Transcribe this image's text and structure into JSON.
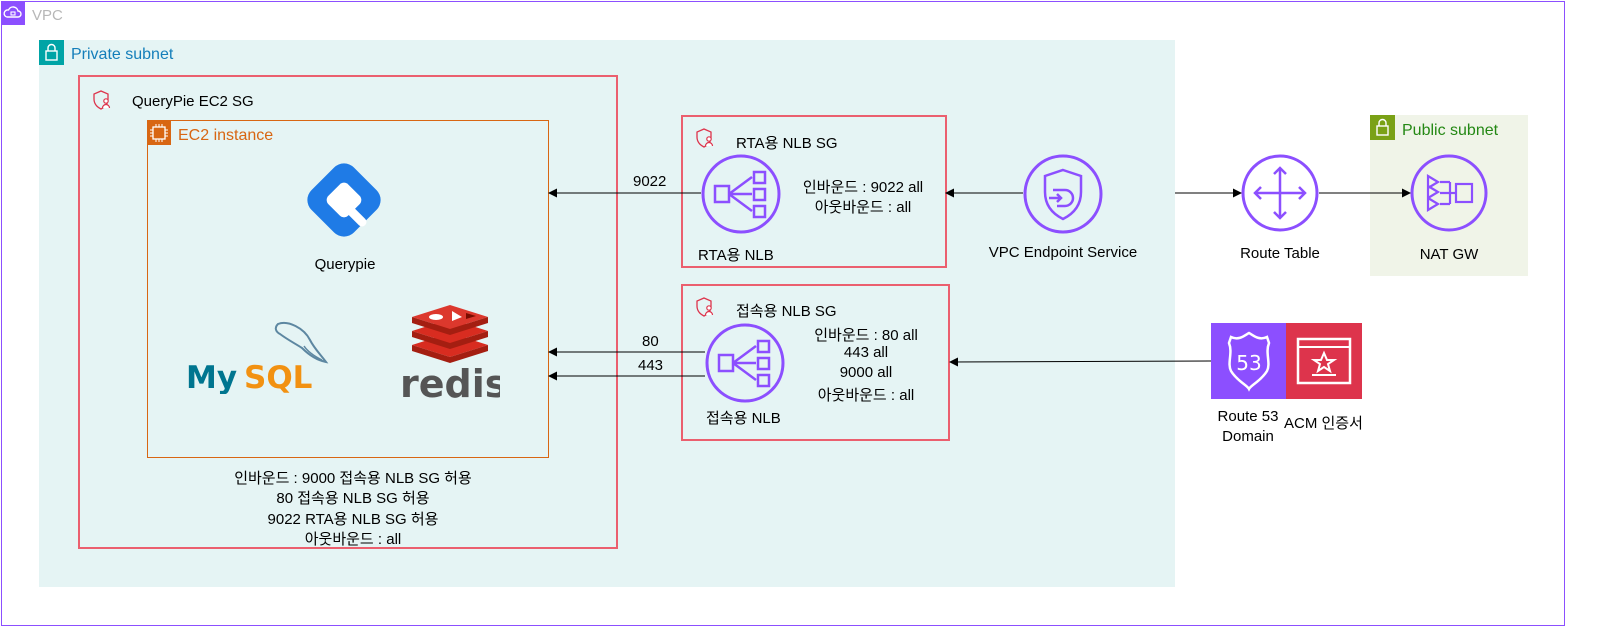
{
  "vpc": {
    "label": "VPC"
  },
  "private_subnet": {
    "label": "Private subnet"
  },
  "public_subnet": {
    "label": "Public subnet"
  },
  "queryPie_sg": {
    "label": "QueryPie EC2 SG",
    "notes": [
      "인바운드 : 9000 접속용 NLB SG 허용",
      "80 접속용 NLB SG 허용",
      "9022 RTA용 NLB SG 허용",
      "아웃바운드 : all"
    ]
  },
  "ec2": {
    "label": "EC2 instance",
    "querypie_label": "Querypie",
    "mysql_logo": "MySQL",
    "redis_logo": "redis"
  },
  "rta": {
    "sg_label": "RTA용 NLB SG",
    "nlb_label": "RTA용 NLB",
    "rules": [
      "인바운드 : 9022 all",
      "아웃바운드 : all"
    ],
    "port": "9022"
  },
  "access": {
    "sg_label": "접속용 NLB SG",
    "nlb_label": "접속용 NLB",
    "rules": [
      "인바운드 : 80 all",
      "443 all",
      "9000 all",
      "아웃바운드 : all"
    ],
    "ports": [
      "80",
      "443"
    ]
  },
  "vpc_endpoint": {
    "label": "VPC Endpoint Service"
  },
  "route_table": {
    "label": "Route Table"
  },
  "nat_gw": {
    "label": "NAT GW"
  },
  "route53": {
    "label_line1": "Route 53",
    "label_line2": "Domain",
    "badge": "53"
  },
  "acm": {
    "label": "ACM 인증서"
  },
  "colors": {
    "vpc": "#8c4fff",
    "private": "#00a4a6",
    "public": "#7aa116",
    "sg": "#eb5f6e",
    "ec2": "#d86613",
    "aws_purple": "#8c4fff",
    "acm_red": "#dd344c",
    "querypie_blue": "#1f7be6"
  }
}
